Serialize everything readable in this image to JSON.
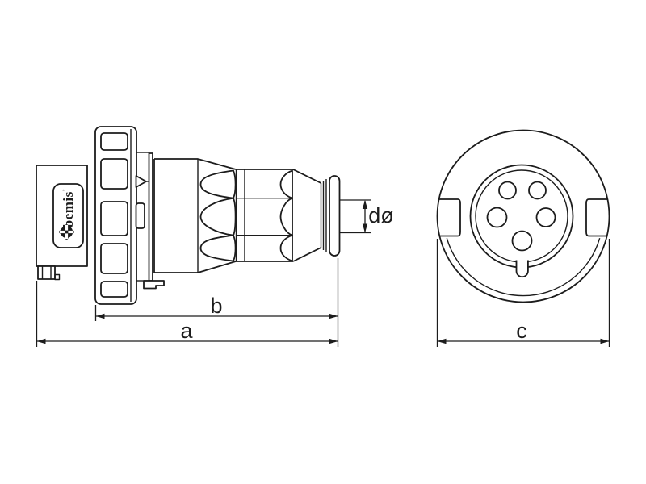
{
  "drawing": {
    "brand": {
      "name": "bemis",
      "registered_mark": "’"
    },
    "dimension_labels": {
      "d": "dø",
      "b": "b",
      "a": "a",
      "c": "c"
    },
    "colors": {
      "line": "#1c1c1c",
      "background": "#ffffff"
    }
  }
}
